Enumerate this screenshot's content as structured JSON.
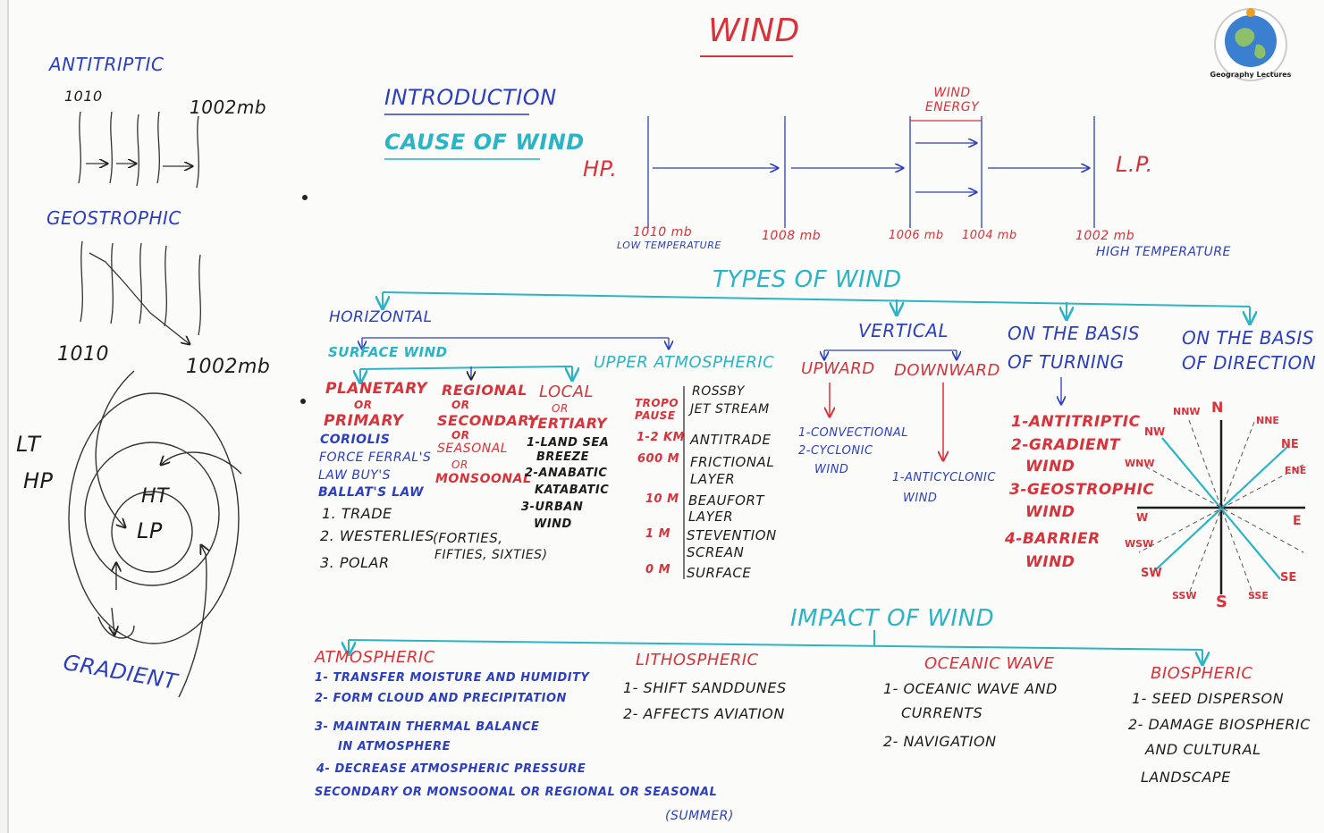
{
  "title": "WIND",
  "logo": {
    "text": "Geography Lectures"
  },
  "left": {
    "antitriptic": "ANTITRIPTIC",
    "anti_p1": "1010",
    "anti_p2": "1002mb",
    "geostrophic": "GEOSTROPHIC",
    "geo_p1": "1010",
    "geo_p2": "1002mb",
    "lt": "LT",
    "hp": "HP",
    "ht": "HT",
    "lp": "LP",
    "gradient": "GRADIENT"
  },
  "intro": {
    "introduction": "INTRODUCTION",
    "cause": "CAUSE OF WIND",
    "hp": "HP.",
    "lp": "L.P.",
    "wind_energy": "WIND ENERGY",
    "p1010": "1010 mb",
    "low_temp": "LOW TEMPERATURE",
    "p1008": "1008 mb",
    "p1006": "1006 mb",
    "p1004": "1004 mb",
    "p1002": "1002 mb",
    "high_temp": "HIGH TEMPERATURE"
  },
  "types": {
    "heading": "TYPES OF WIND",
    "horizontal": "HORIZONTAL",
    "surface": "SURFACE WIND",
    "upper": "UPPER ATMOSPHERIC",
    "planetary": [
      "PLANETARY",
      "OR",
      "PRIMARY"
    ],
    "coriolis": [
      "CORIOLIS",
      "FORCE FERRAL'S",
      "LAW BUY'S",
      "BALLAT'S LAW"
    ],
    "planetary_list": [
      "1. TRADE",
      "2. WESTERLIES",
      "3. POLAR"
    ],
    "westerlies_note": [
      "(FORTIES,",
      "FIFTIES, SIXTIES)"
    ],
    "regional": [
      "REGIONAL",
      "OR",
      "SECONDARY",
      "OR",
      "SEASONAL",
      "OR",
      "MONSOONAL"
    ],
    "local": [
      "LOCAL",
      "OR",
      "TERTIARY"
    ],
    "local_list": [
      "1-LAND SEA",
      "BREEZE",
      "2-ANABATIC",
      "KATABATIC",
      "3-URBAN",
      "WIND"
    ],
    "upper_left": [
      "TROPO",
      "PAUSE",
      "1-2 KM",
      "600 M",
      "10 M",
      "1 M",
      "0 M"
    ],
    "upper_right": [
      "ROSSBY",
      "JET STREAM",
      "ANTITRADE",
      "FRICTIONAL",
      "LAYER",
      "BEAUFORT",
      "LAYER",
      "STEVENTION",
      "SCREAN",
      "SURFACE"
    ],
    "vertical": "VERTICAL",
    "upward": "UPWARD",
    "downward": "DOWNWARD",
    "upward_list": [
      "1-CONVECTIONAL",
      "2-CYCLONIC",
      "WIND"
    ],
    "downward_list": [
      "1-ANTICYCLONIC",
      "WIND"
    ],
    "turning": [
      "ON THE BASIS",
      "OF TURNING"
    ],
    "turning_list": [
      "1-ANTITRIPTIC",
      "2-GRADIENT",
      "WIND",
      "3-GEOSTROPHIC",
      "WIND",
      "4-BARRIER",
      "WIND"
    ],
    "direction": [
      "ON THE BASIS",
      "OF DIRECTION"
    ],
    "compass": [
      "N",
      "NNE",
      "NE",
      "ENE",
      "E",
      "SE",
      "SSE",
      "S",
      "SSW",
      "SW",
      "WSW",
      "W",
      "NW",
      "NNW",
      "WNW",
      "NNW"
    ]
  },
  "impact": {
    "heading": "IMPACT OF WIND",
    "atmospheric": "ATMOSPHERIC",
    "atmo_list": [
      "1- TRANSFER MOISTURE AND HUMIDITY",
      "2- FORM CLOUD AND PRECIPITATION",
      "3- MAINTAIN THERMAL BALANCE",
      "IN ATMOSPHERE",
      "4- DECREASE ATMOSPHERIC PRESSURE"
    ],
    "secondary_note": "SECONDARY OR MONSOONAL OR REGIONAL OR SEASONAL",
    "summer": "(SUMMER)",
    "lithospheric": "LITHOSPHERIC",
    "litho_list": [
      "1- SHIFT SANDDUNES",
      "2- AFFECTS AVIATION"
    ],
    "oceanic": "OCEANIC WAVE",
    "ocean_list": [
      "1- OCEANIC WAVE AND",
      "CURRENTS",
      "2- NAVIGATION"
    ],
    "biospheric": "BIOSPHERIC",
    "bio_list": [
      "1- SEED DISPERSON",
      "2- DAMAGE BIOSPHERIC",
      "AND CULTURAL",
      "LANDSCAPE"
    ]
  },
  "colors": {
    "red": "#d8323a",
    "blue": "#2b3fbf",
    "cyan": "#2bb3c6",
    "black": "#1c1c1c"
  }
}
